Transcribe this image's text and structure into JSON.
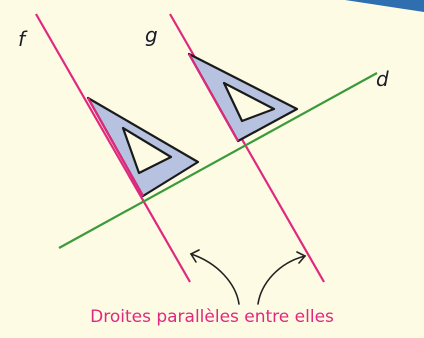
{
  "labels": {
    "f": "f",
    "g": "g",
    "d": "d"
  },
  "caption": "Droites parallèles entre elles",
  "colors": {
    "background": "#fdfbe3",
    "parallel_lines": "#e0287f",
    "line_d": "#3b9a3a",
    "set_square": "#b6c2df",
    "caption": "#e0287f",
    "arrows": "#222222",
    "corner_band": "#2f6fb0"
  }
}
